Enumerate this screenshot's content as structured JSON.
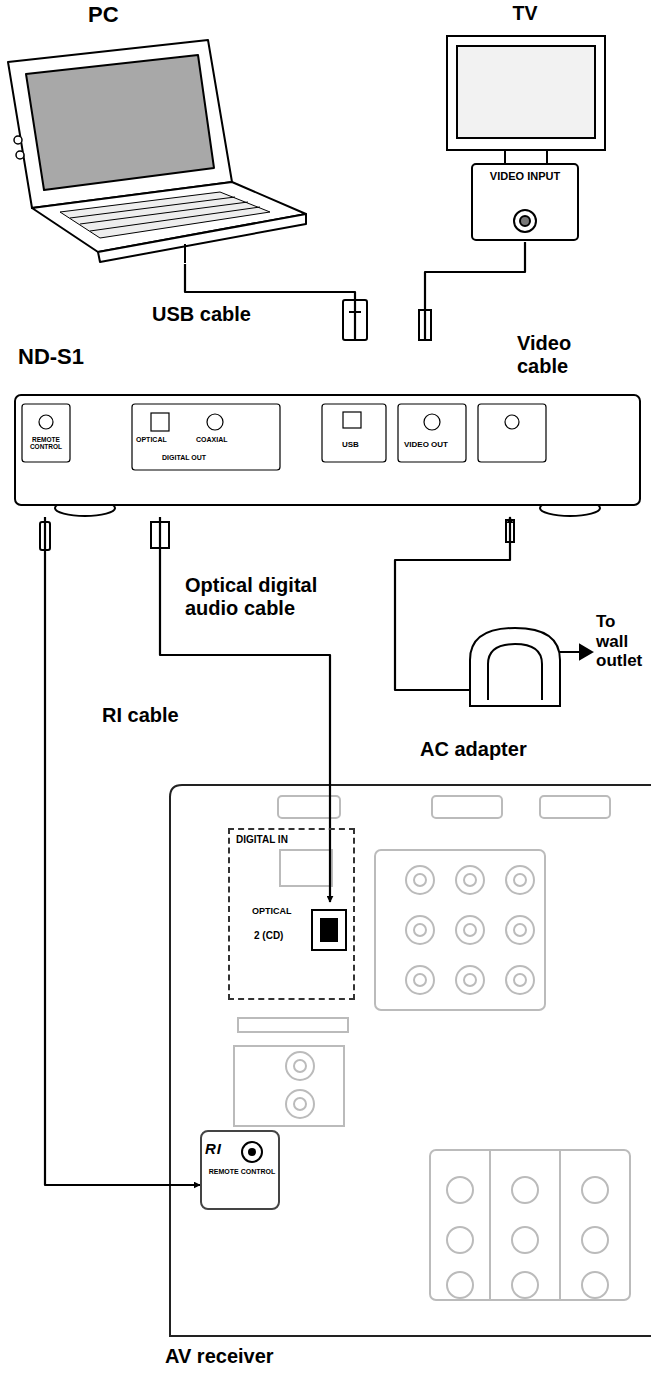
{
  "diagram": {
    "nodes": [
      {
        "text": [
          "PC"
        ]
      },
      {
        "text": [
          "TV"
        ]
      },
      {
        "text": [
          "ND-S1"
        ]
      },
      {
        "text": [
          "AC adapter"
        ]
      },
      {
        "text": [
          "AV receiver"
        ]
      },
      {
        "text": [
          "DIGITAL IN"
        ],
        "in": 4
      },
      {
        "text": [
          "OPTICAL",
          "2 (CD)"
        ],
        "in": 5
      },
      {
        "text": [
          "REMOTE CONTROL"
        ],
        "in": 4
      }
    ],
    "edges": [
      {
        "from": 0,
        "to": 2,
        "label": "USB cable",
        "arrow": "none"
      },
      {
        "from": 1,
        "to": 2,
        "label": "Video cable",
        "arrow": "none"
      },
      {
        "from": 2,
        "to": 6,
        "label": "Optical digital audio cable",
        "arrow": "to"
      },
      {
        "from": 2,
        "to": 7,
        "label": "RI cable",
        "arrow": "to"
      },
      {
        "from": 3,
        "to": 2,
        "arrow": "to"
      }
    ],
    "labels": [
      "VIDEO INPUT",
      "REMOTE CONTROL",
      "OPTICAL",
      "COAXIAL",
      "DIGITAL OUT",
      "USB",
      "VIDEO OUT",
      "To wall outlet",
      "RI"
    ]
  }
}
